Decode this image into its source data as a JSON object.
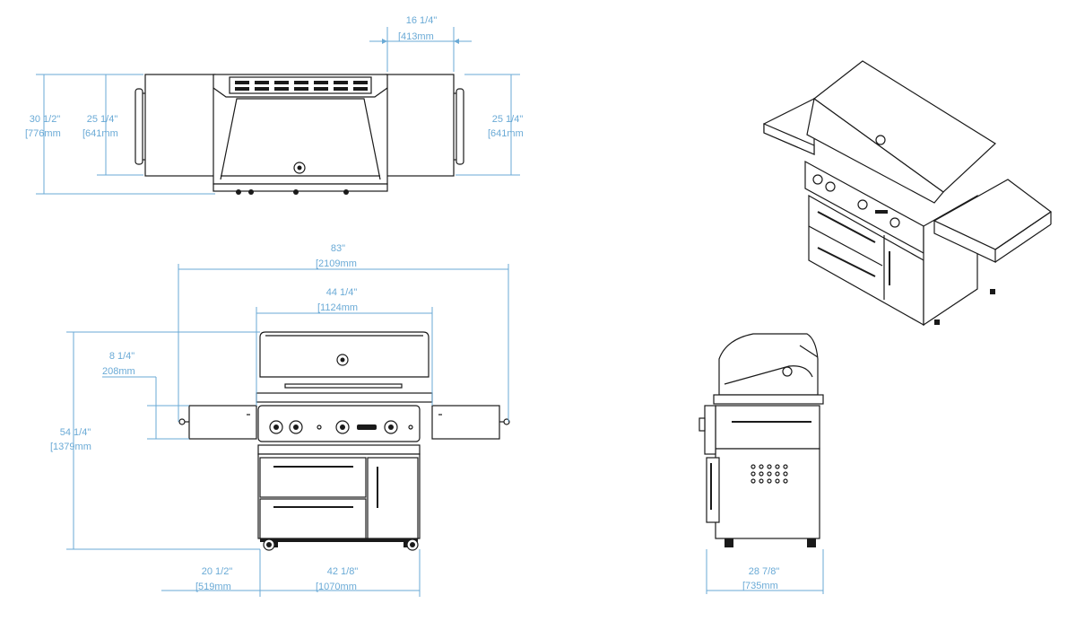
{
  "dimensions": {
    "lid_depth": {
      "in": "16 1/4\"",
      "mm": "[413mm"
    },
    "top_depth_total": {
      "in": "30 1/2\"",
      "mm": "[776mm"
    },
    "top_depth_left_shelf": {
      "in": "25 1/4\"",
      "mm": "[641mm"
    },
    "top_depth_right_shelf": {
      "in": "25 1/4\"",
      "mm": "[641mm"
    },
    "overall_width": {
      "in": "83\"",
      "mm": "[2109mm"
    },
    "grill_width": {
      "in": "44 1/4\"",
      "mm": "[1124mm"
    },
    "shelf_height_offset": {
      "in": "8 1/4\"",
      "mm": "208mm"
    },
    "overall_height": {
      "in": "54 1/4\"",
      "mm": "[1379mm"
    },
    "shelf_width": {
      "in": "20 1/2\"",
      "mm": "[519mm"
    },
    "cart_width": {
      "in": "42 1/8\"",
      "mm": "[1070mm"
    },
    "side_depth": {
      "in": "28 7/8\"",
      "mm": "[735mm"
    }
  }
}
